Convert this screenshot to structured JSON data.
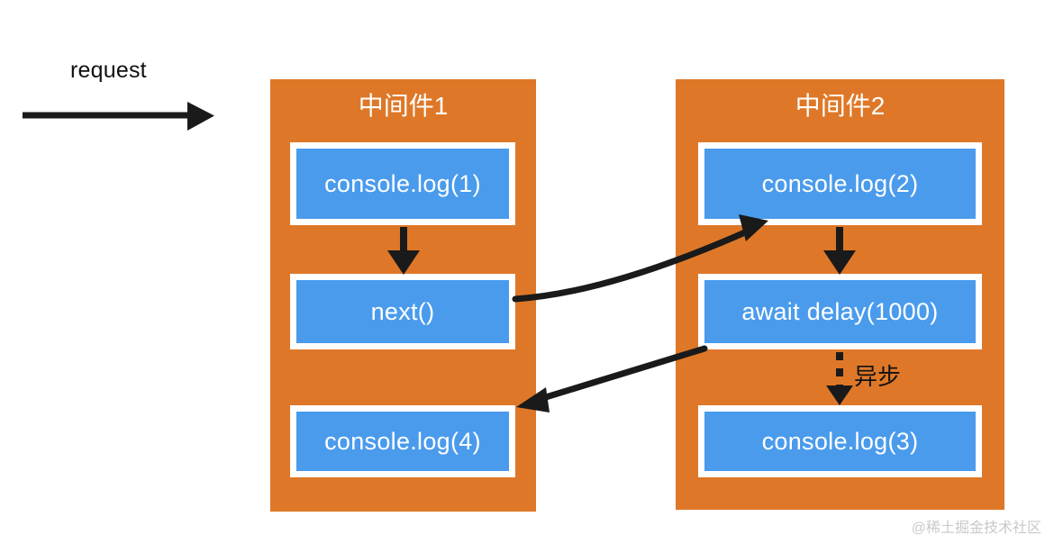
{
  "diagram": {
    "title_hidden": "Koa middleware onion model execution order",
    "entry": {
      "label": "request",
      "arrow": "right-arrow-icon"
    },
    "panels": [
      {
        "id": "mw1",
        "title": "中间件1",
        "color": "#DE7828",
        "steps": [
          {
            "id": "log1",
            "label": "console.log(1)"
          },
          {
            "id": "next",
            "label": "next()"
          },
          {
            "id": "log4",
            "label": "console.log(4)"
          }
        ]
      },
      {
        "id": "mw2",
        "title": "中间件2",
        "color": "#DE7828",
        "steps": [
          {
            "id": "log2",
            "label": "console.log(2)"
          },
          {
            "id": "await",
            "label": "await delay(1000)"
          },
          {
            "id": "log3",
            "label": "console.log(3)"
          }
        ]
      }
    ],
    "annotations": {
      "async_label": "异步"
    },
    "colors": {
      "panel": "#DE7828",
      "step": "#4A9BEC",
      "step_border": "#ffffff",
      "arrow": "#1a1a1a",
      "text_on_panel": "#ffffff",
      "background": "#ffffff"
    },
    "watermark": "@稀土掘金技术社区"
  }
}
